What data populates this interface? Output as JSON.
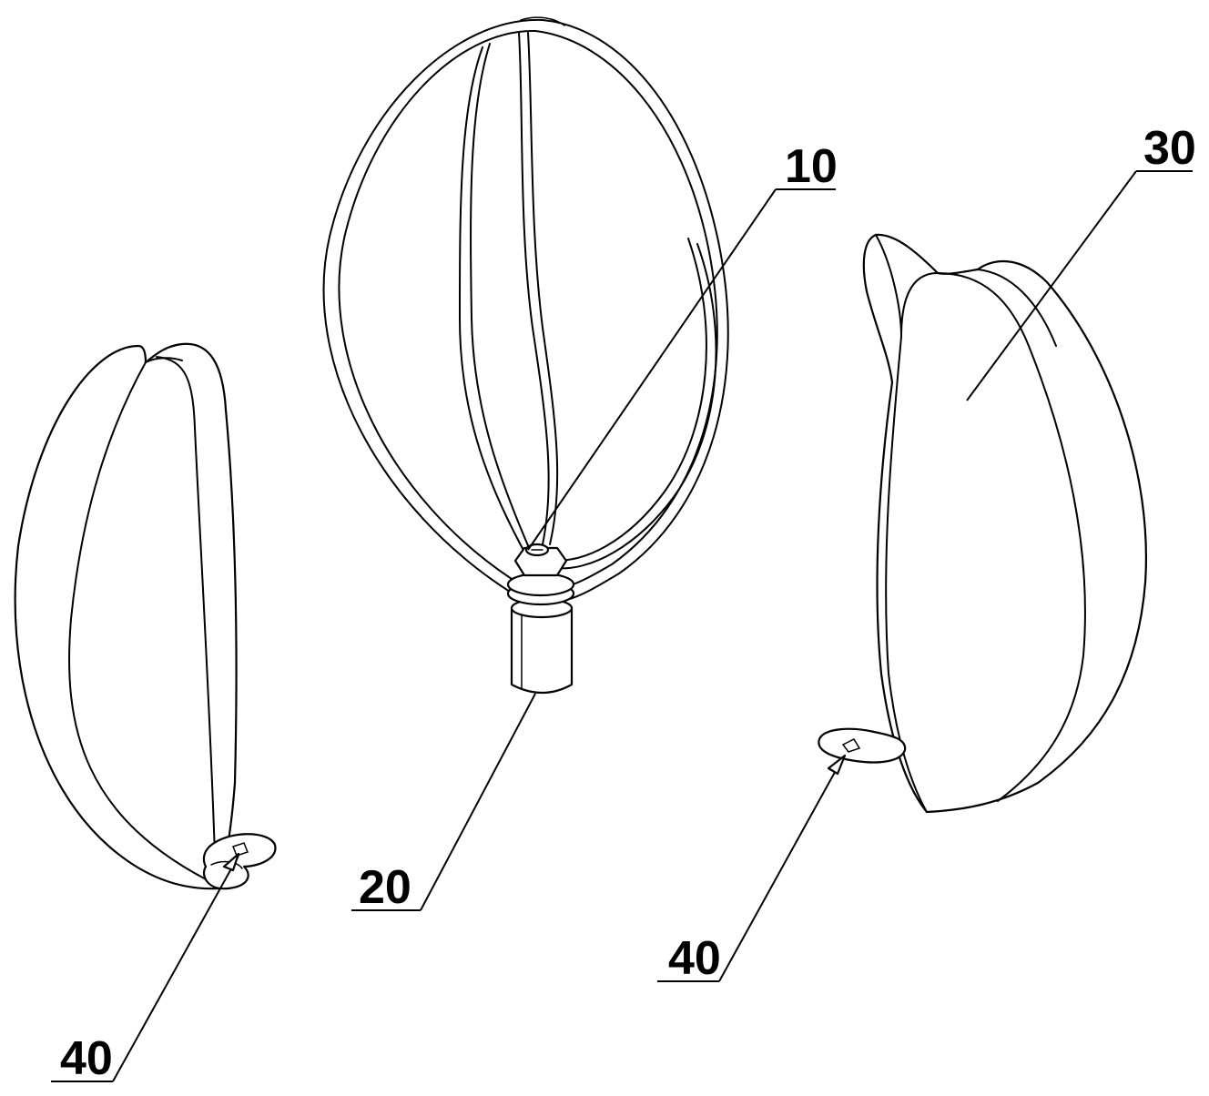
{
  "labels": {
    "part_10": "10",
    "part_20": "20",
    "part_30": "30",
    "part_40_left": "40",
    "part_40_right": "40"
  },
  "colors": {
    "line": "#000000",
    "background": "#ffffff"
  }
}
